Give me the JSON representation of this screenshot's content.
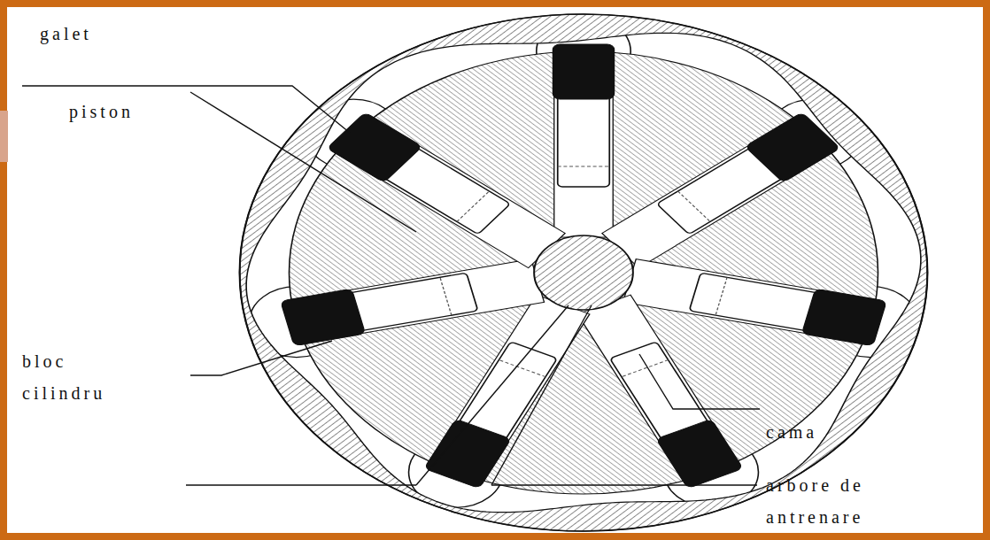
{
  "diagram": {
    "labels": [
      "galet",
      "piston",
      "bloc cilindru",
      "cama",
      "arbore de antrenare"
    ]
  }
}
